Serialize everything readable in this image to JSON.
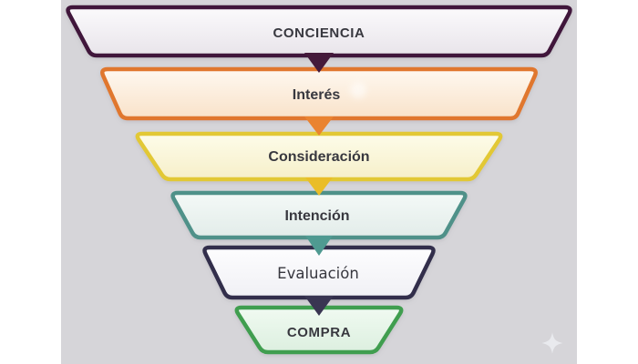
{
  "canvas": {
    "background_color": "#ffffff",
    "panel_color": "#d6d5d9"
  },
  "funnel": {
    "text_color": "#38383f",
    "stages": [
      {
        "label": "CONCIENCIA",
        "border_color": "#40163a",
        "fill_top": "#fbfafc",
        "fill_bottom": "#e8e4ea",
        "arrow_color": "#451a3b"
      },
      {
        "label": "Interés",
        "border_color": "#e0772e",
        "fill_top": "#fef8f0",
        "fill_bottom": "#f9e2c9",
        "arrow_color": "#ea8330"
      },
      {
        "label": "Consideración",
        "border_color": "#e2c836",
        "fill_top": "#fdfce9",
        "fill_bottom": "#f6efc9",
        "arrow_color": "#eabd28"
      },
      {
        "label": "Intención",
        "border_color": "#4f9189",
        "fill_top": "#f4f9f7",
        "fill_bottom": "#e2ece9",
        "arrow_color": "#4f9a91"
      },
      {
        "label": "Evaluación",
        "border_color": "#302f4b",
        "fill_top": "#fdfdfe",
        "fill_bottom": "#f0f0f5",
        "arrow_color": "#393552"
      },
      {
        "label": "COMPRA",
        "border_color": "#3f9e50",
        "fill_top": "#f0faf1",
        "fill_bottom": "#dcefdf"
      }
    ]
  },
  "decorations": {
    "sparkle_color": "#e9eaee",
    "smudge_color": "#ffffff"
  }
}
